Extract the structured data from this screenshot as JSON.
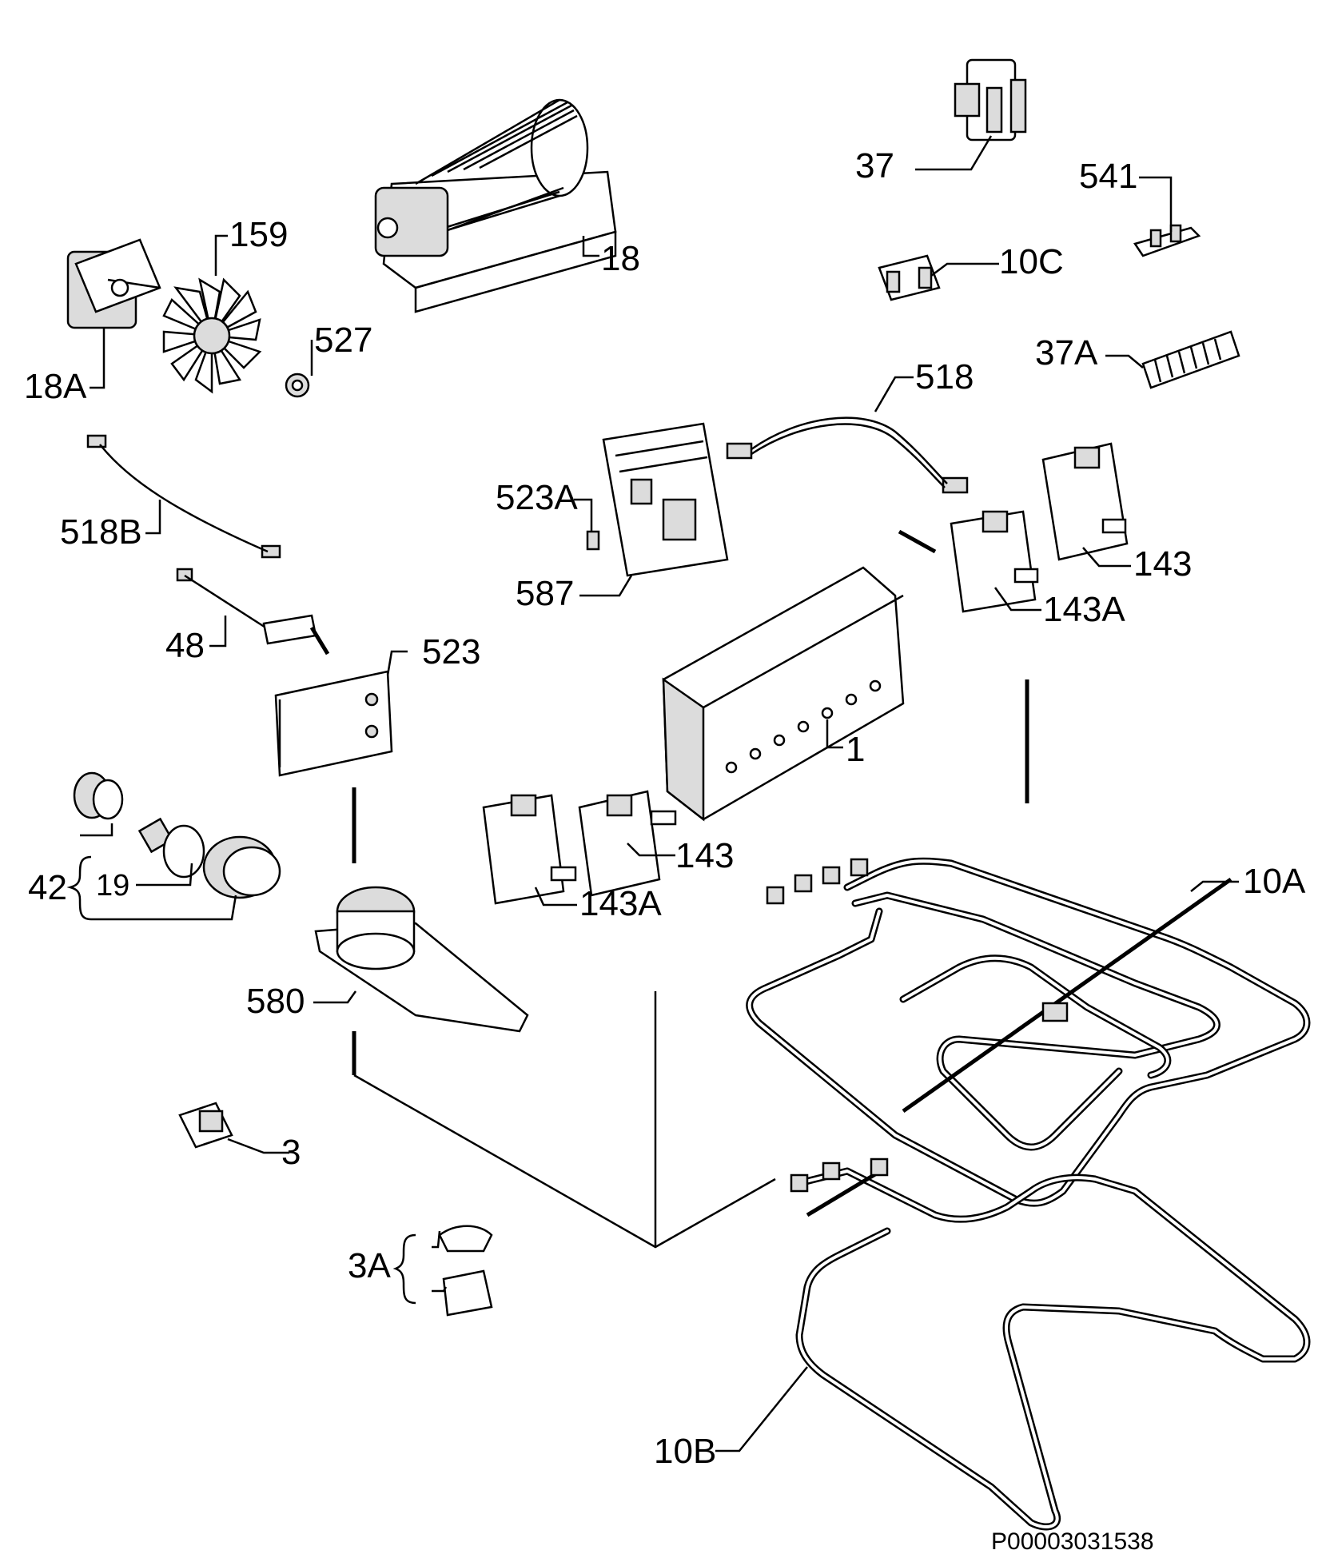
{
  "labels": {
    "p18": "18",
    "p159": "159",
    "p18a": "18A",
    "p527": "527",
    "p37": "37",
    "p541": "541",
    "p10c": "10C",
    "p37a": "37A",
    "p518": "518",
    "p518b": "518B",
    "p523a": "523A",
    "p587": "587",
    "p143_top": "143",
    "p143a_top": "143A",
    "p48": "48",
    "p523": "523",
    "p1": "1",
    "p143_mid": "143",
    "p143a_mid": "143A",
    "p42": "42",
    "p19": "19",
    "p10a": "10A",
    "p580": "580",
    "p3": "3",
    "p3a": "3A",
    "p10b": "10B"
  },
  "drawing_code": "P00003031538"
}
